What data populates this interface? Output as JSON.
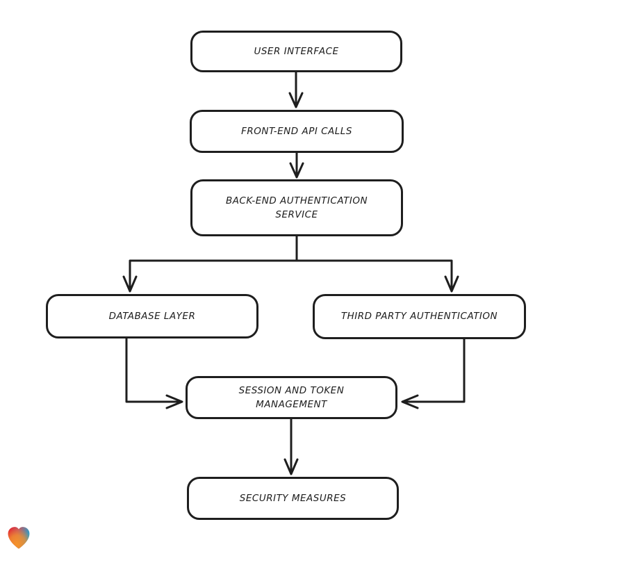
{
  "canvas": {
    "background": "#ffffff",
    "stroke_color": "#1e1e1e",
    "node_fill": "#ffffff"
  },
  "diagram": {
    "type": "flowchart",
    "nodes": [
      {
        "id": "user-interface",
        "label": "USER INTERFACE"
      },
      {
        "id": "front-end-api-calls",
        "label": "FRONT-END API CALLS"
      },
      {
        "id": "back-end-authentication-service",
        "label": "BACK-END AUTHENTICATION\nSERVICE"
      },
      {
        "id": "database-layer",
        "label": "DATABASE LAYER"
      },
      {
        "id": "third-party-authentication",
        "label": "THIRD PARTY AUTHENTICATION"
      },
      {
        "id": "session-and-token-management",
        "label": "SESSION AND TOKEN\nMANAGEMENT"
      },
      {
        "id": "security-measures",
        "label": "SECURITY MEASURES"
      }
    ],
    "edges": [
      {
        "from": "user-interface",
        "to": "front-end-api-calls"
      },
      {
        "from": "front-end-api-calls",
        "to": "back-end-authentication-service"
      },
      {
        "from": "back-end-authentication-service",
        "to": "database-layer"
      },
      {
        "from": "back-end-authentication-service",
        "to": "third-party-authentication"
      },
      {
        "from": "database-layer",
        "to": "session-and-token-management"
      },
      {
        "from": "third-party-authentication",
        "to": "session-and-token-management"
      },
      {
        "from": "session-and-token-management",
        "to": "security-measures"
      }
    ]
  },
  "watermark": {
    "icon": "heart-icon",
    "colors": {
      "red": "#e8262b",
      "orange": "#f5932b",
      "blue": "#2a9fc9"
    }
  }
}
